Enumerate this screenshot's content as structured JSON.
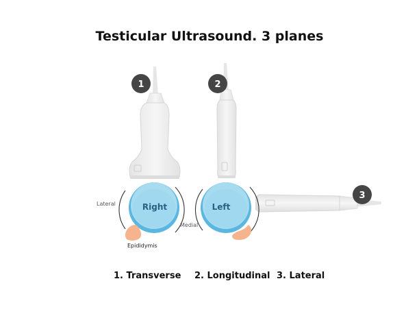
{
  "title": "Testicular Ultrasound. 3 planes",
  "badges": [
    "1",
    "2",
    "3"
  ],
  "testes": {
    "right": "Right",
    "left": "Left"
  },
  "labels": {
    "lateral": "Lateral",
    "medial": "Medial",
    "epididymis": "Epididymis"
  },
  "legend": [
    "1. Transverse",
    "2. Longitudinal",
    "3. Lateral"
  ],
  "colors": {
    "testis_fill": "#a7dbf0",
    "testis_inner": "#93d2ec",
    "testis_rim": "#5cb7e0",
    "epididymis": "#f6b48e",
    "probe_body": "#eeeeee",
    "probe_edge": "#d6d6d6",
    "badge": "#454545"
  }
}
